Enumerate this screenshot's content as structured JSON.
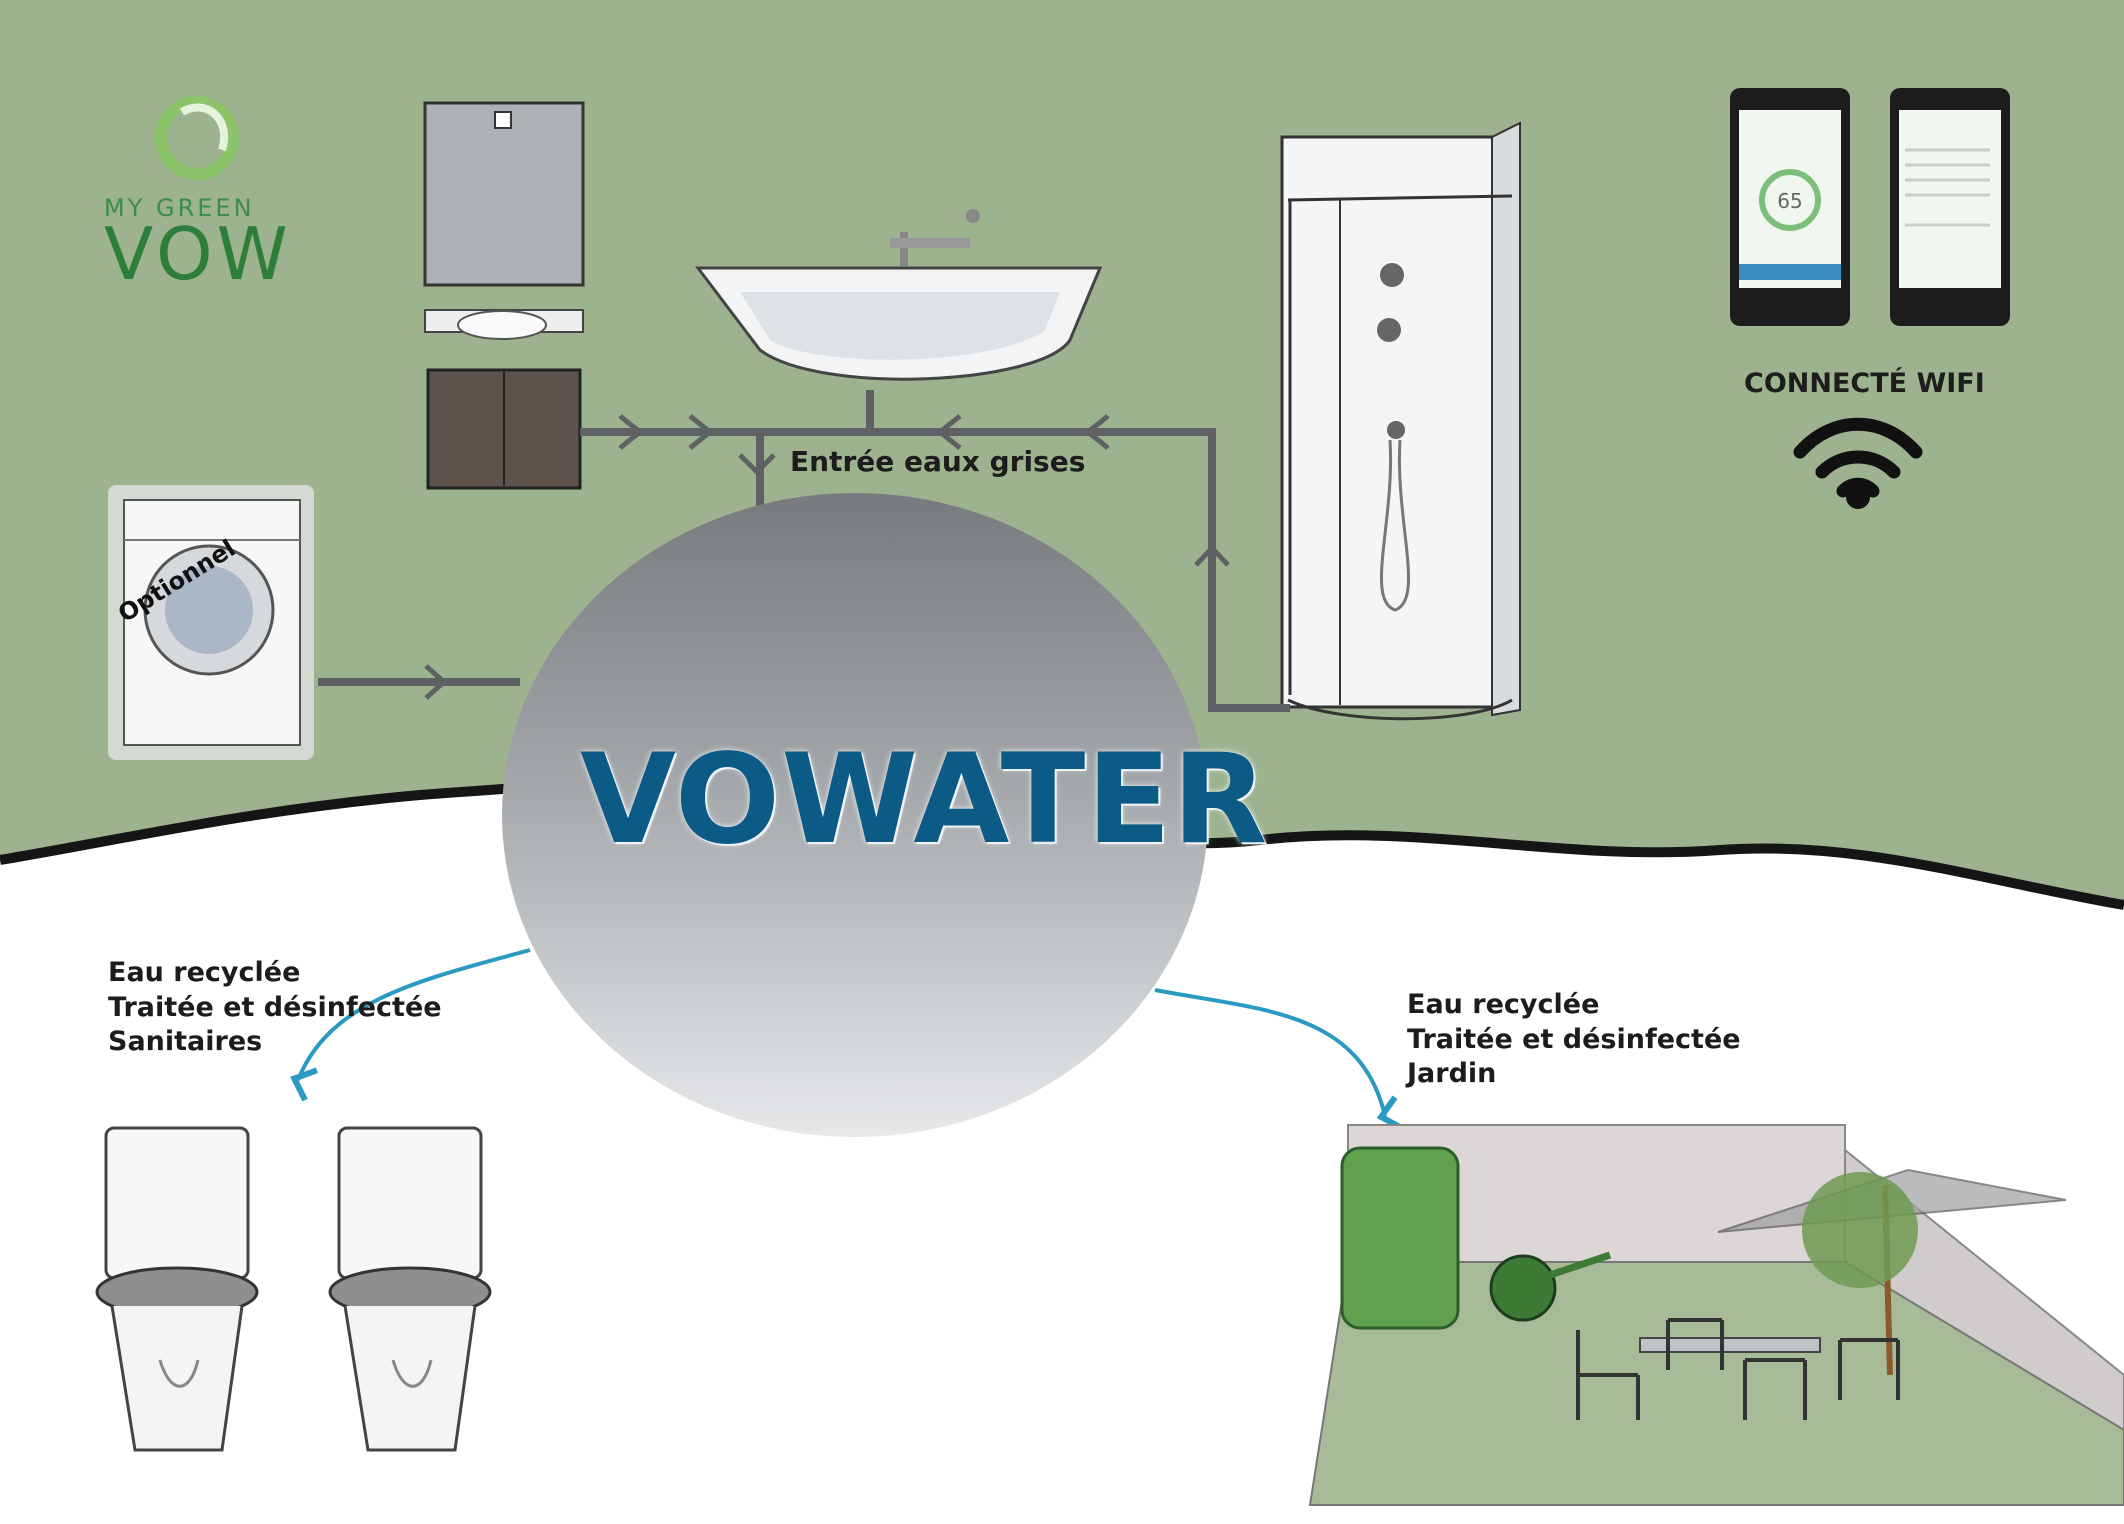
{
  "logo": {
    "brand_top": "MY GREEN",
    "brand_main": "VOW"
  },
  "system": {
    "title": "VOWATER"
  },
  "labels": {
    "greywater_inlet": "Entrée eaux grises",
    "optional": "Optionnel",
    "wifi": "CONNECTÉ WIFI"
  },
  "outputs": {
    "sanitary": [
      "Eau recyclée",
      "Traitée et désinfectée",
      "Sanitaires"
    ],
    "garden": [
      "Eau recyclée",
      "Traitée et désinfectée",
      "Jardin"
    ]
  },
  "phone": {
    "score": "65"
  },
  "colors": {
    "background_green": "#9db38f",
    "pipe": "#5f6265",
    "title_blue": "#0c5a86",
    "flow_arrow": "#2a9ac2",
    "logo_green": "#2f7d3a"
  }
}
